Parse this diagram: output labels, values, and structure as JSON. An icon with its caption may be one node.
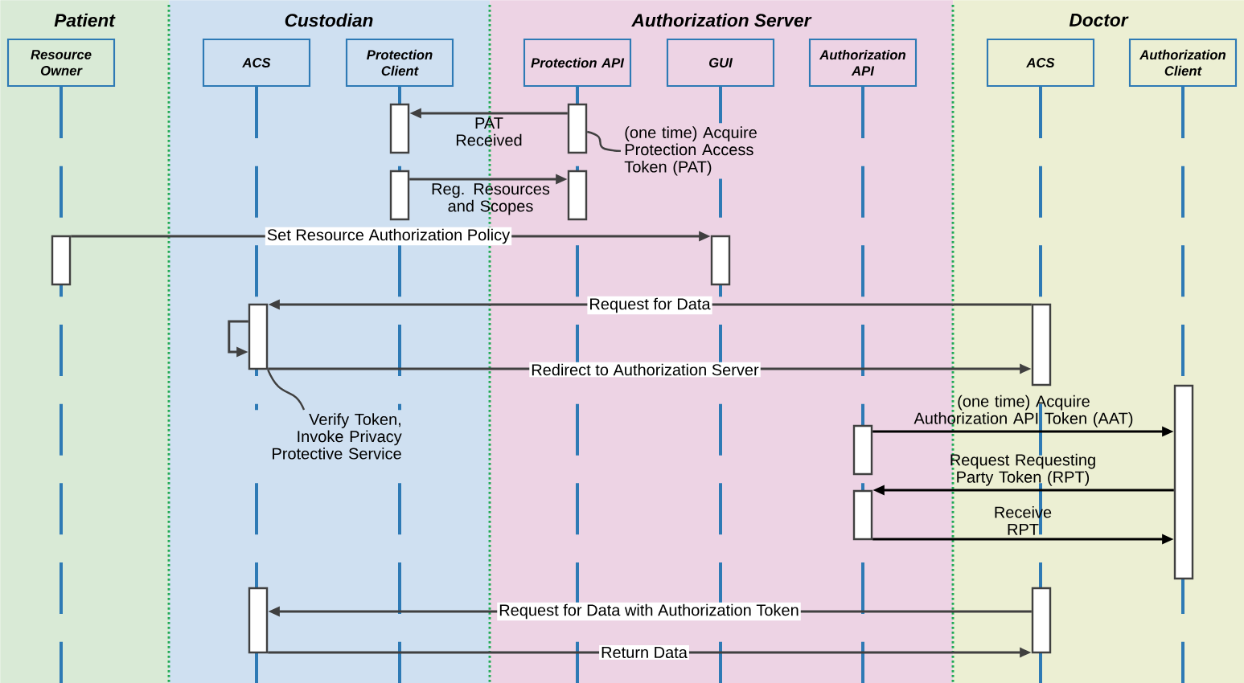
{
  "diagram": {
    "nodes": [
      {
        "text": [
          "Patient"
        ]
      },
      {
        "text": [
          "Custodian"
        ]
      },
      {
        "text": [
          "Authorization Server"
        ]
      },
      {
        "text": [
          "Doctor"
        ]
      },
      {
        "text": [
          "Resource Owner"
        ],
        "in": 0
      },
      {
        "text": [
          "ACS"
        ],
        "in": 1
      },
      {
        "text": [
          "Protection Client"
        ],
        "in": 1
      },
      {
        "text": [
          "Protection API"
        ],
        "in": 2
      },
      {
        "text": [
          "GUI"
        ],
        "in": 2
      },
      {
        "text": [
          "Authorization API"
        ],
        "in": 2
      },
      {
        "text": [
          "ACS"
        ],
        "in": 3
      },
      {
        "text": [
          "Authorization Client"
        ],
        "in": 3
      },
      {
        "text": [],
        "shape": "bar",
        "in": 1
      },
      {
        "text": [],
        "shape": "bar",
        "in": 2
      },
      {
        "text": [],
        "shape": "bar",
        "in": 1
      },
      {
        "text": [],
        "shape": "bar",
        "in": 2
      },
      {
        "text": [],
        "shape": "bar",
        "in": 0
      },
      {
        "text": [],
        "shape": "bar",
        "in": 2
      },
      {
        "text": [],
        "shape": "bar",
        "in": 1
      },
      {
        "text": [],
        "shape": "bar",
        "in": 3
      },
      {
        "text": [],
        "shape": "bar",
        "in": 3
      },
      {
        "text": [],
        "shape": "bar",
        "in": 2
      },
      {
        "text": [],
        "shape": "bar",
        "in": 2
      },
      {
        "text": [],
        "shape": "bar",
        "in": 1
      },
      {
        "text": [],
        "shape": "bar",
        "in": 3
      },
      {
        "text": [
          "(one time) Acquire Protection Access Token (PAT)"
        ],
        "in": 2
      },
      {
        "text": [
          "Verify Token, Invoke Privacy Protective Service"
        ],
        "in": 1
      }
    ],
    "edges": [
      {
        "from": 13,
        "to": 12,
        "arrow": "to",
        "label": "PAT Received"
      },
      {
        "from": 14,
        "to": 15,
        "arrow": "to",
        "label": "Reg. Resources and Scopes"
      },
      {
        "from": 16,
        "to": 17,
        "arrow": "to",
        "label": "Set Resource Authorization Policy"
      },
      {
        "from": 19,
        "to": 18,
        "arrow": "to",
        "label": "Request for Data"
      },
      {
        "from": 18,
        "to": 18,
        "arrow": "to"
      },
      {
        "from": 18,
        "to": 19,
        "arrow": "to",
        "label": "Redirect to Authorization Server"
      },
      {
        "from": 21,
        "to": 20,
        "arrow": "to",
        "label": "(one time) Acquire Authorization API Token (AAT)",
        "color": "#000000"
      },
      {
        "from": 20,
        "to": 22,
        "arrow": "to",
        "label": "Request Requesting Party Token (RPT)",
        "color": "#000000"
      },
      {
        "from": 22,
        "to": 20,
        "arrow": "to",
        "label": "Receive RPT",
        "color": "#000000"
      },
      {
        "from": 24,
        "to": 23,
        "arrow": "to",
        "label": "Request for Data with Authorization Token"
      },
      {
        "from": 23,
        "to": 24,
        "arrow": "to",
        "label": "Return Data"
      },
      {
        "from": 25,
        "to": 13,
        "arrow": "none"
      },
      {
        "from": 26,
        "to": 18,
        "arrow": "none"
      }
    ]
  }
}
